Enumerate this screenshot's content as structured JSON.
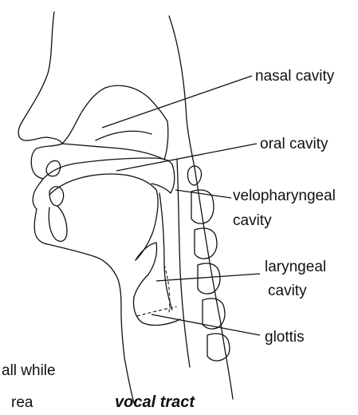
{
  "diagram": {
    "labels": {
      "nasal_cavity": "nasal cavity",
      "oral_cavity": "oral cavity",
      "velopharyngeal_line1": "velopharyngeal",
      "velopharyngeal_line2": "cavity",
      "laryngeal_line1": "laryngeal",
      "laryngeal_line2": "cavity",
      "glottis": "glottis"
    },
    "caption": "vocal tract"
  },
  "body_text_fragments": {
    "line1": "all while",
    "line2": "rea"
  },
  "colors": {
    "ink": "#111111",
    "background": "#ffffff"
  }
}
